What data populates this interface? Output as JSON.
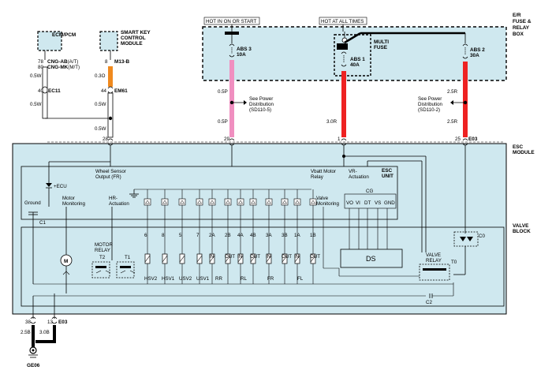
{
  "top_labels": {
    "hot_in_on_or_start": "HOT IN ON OR START",
    "hot_at_all_times": "HOT AT ALL TIMES",
    "fuse_box_1": "E/R",
    "fuse_box_2": "FUSE &",
    "fuse_box_3": "RELAY",
    "fuse_box_4": "BOX"
  },
  "ecm": {
    "name": "ECM/PCM",
    "pins": [
      "78",
      "80"
    ],
    "line1_bold": "CNG-AB",
    "line1_rest": "(A/T)",
    "line2_bold": "CNG-MK",
    "line2_rest": "(M/T)",
    "wire1": "0.5W",
    "pin40": "40",
    "ec11": "EC11",
    "wire2": "0.5W"
  },
  "smart_key": {
    "name1": "SMART KEY",
    "name2": "CONTROL",
    "name3": "MODULE",
    "pin8": "8",
    "m13b": "M13-B",
    "wire1": "0.3O",
    "pin44": "44",
    "em61": "EM61",
    "wire2": "0.5W"
  },
  "joint_wire": "0.5W",
  "fuses": {
    "abs3_name": "ABS 3",
    "abs3_rating": "10A",
    "abs1_name": "ABS 1",
    "abs1_rating": "40A",
    "abs2_name": "ABS 2",
    "abs2_rating": "30A",
    "multi1": "MULTI",
    "multi2": "FUSE"
  },
  "wires": {
    "p1": "0.5P",
    "p2": "0.5P",
    "r3": "3.0R",
    "r2a": "2.5R",
    "r2b": "2.5R",
    "gnd1": "2.5B",
    "gnd2": "3.0B"
  },
  "see_power_left": [
    "See Power",
    "Distribution",
    "(SD110-5)"
  ],
  "see_power_right": [
    "See Power",
    "Distribution",
    "(SD110-2)"
  ],
  "esc_pins": {
    "p28": "28",
    "p29": "29",
    "p1": "1",
    "p25": "25",
    "e03": "E03"
  },
  "esc_module": [
    "ESC",
    "MODULE"
  ],
  "esc_unit": [
    "ESC",
    "UNIT"
  ],
  "inner_labels": {
    "wheel_sensor1": "Wheel Sensor",
    "wheel_sensor2": "Output (FR)",
    "ecu": "+ECU",
    "vbatt1": "Vbatt Motor",
    "vbatt2": "Relay",
    "vr1": "VR-",
    "vr2": "Actuation",
    "ground": "Ground",
    "motor_mon1": "Motor",
    "motor_mon2": "Monitoring",
    "hr1": "HR-",
    "hr2": "Actuation",
    "valve_mon1": "Valve",
    "valve_mon2": "Monitoring",
    "cg": "CG",
    "vo": "VO",
    "vi": "VI",
    "dt": "DT",
    "vs": "VS",
    "gnd": "GND",
    "c1": "C1",
    "c2": "C2"
  },
  "valve_block": [
    "VALVE",
    "BLOCK"
  ],
  "valve_pins": [
    "6",
    "8",
    "5",
    "7",
    "2A",
    "2B",
    "4A",
    "4B",
    "3A",
    "3B",
    "1A",
    "1B"
  ],
  "in_out": [
    "IN",
    "OUT",
    "IN",
    "OUT",
    "IN",
    "OUT",
    "IN",
    "OUT"
  ],
  "valve_names": [
    "HSV2",
    "HSV1",
    "USV2",
    "USV1",
    "RR",
    "RL",
    "FR",
    "FL"
  ],
  "motor_relay": [
    "MOTOR",
    "RELAY"
  ],
  "t2": "T2",
  "t1": "T1",
  "motor_m": "M",
  "ds": "DS",
  "valve_relay": [
    "VALVE",
    "RELAY"
  ],
  "t0": "T0",
  "c0": "C0",
  "ground_pins": {
    "p38": "38",
    "p13": "13",
    "e03": "E03"
  },
  "ge06": "GE06",
  "colors": {
    "pink": "#f08fc0",
    "red": "#ee2222",
    "orange": "#f08a1e",
    "panel": "#cfe8ef"
  }
}
